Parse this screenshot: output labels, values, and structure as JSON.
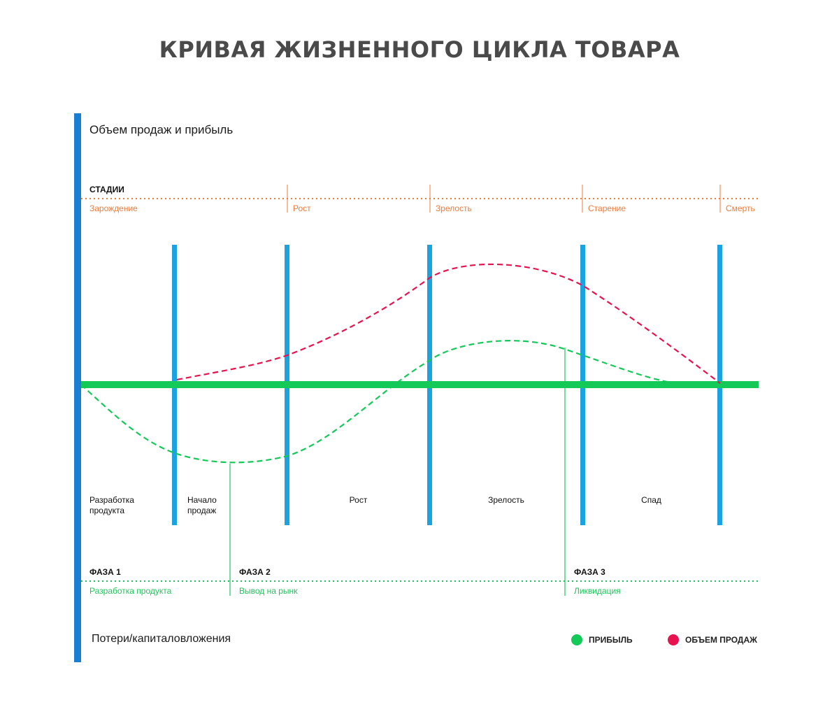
{
  "title": "КРИВАЯ ЖИЗНЕННОГО ЦИКЛА ТОВАРА",
  "axis": {
    "top_label": "Объем продаж и прибыль",
    "bottom_label": "Потери/капиталовложения"
  },
  "stages": {
    "header": "СТАДИИ",
    "items": [
      "Зарождение",
      "Рост",
      "Зрелость",
      "Старение",
      "Смерть"
    ]
  },
  "periods": [
    {
      "line1": "Разработка",
      "line2": "продукта"
    },
    {
      "line1": "Начало",
      "line2": "продаж"
    },
    {
      "line1": "Рост",
      "line2": ""
    },
    {
      "line1": "Зрелость",
      "line2": ""
    },
    {
      "line1": "Спад",
      "line2": ""
    }
  ],
  "phases": [
    {
      "header": "ФАЗА 1",
      "name": "Разработка продукта"
    },
    {
      "header": "ФАЗА 2",
      "name": "Вывод на рынк"
    },
    {
      "header": "ФАЗА 3",
      "name": "Ликвидация"
    }
  ],
  "legend": {
    "profit": {
      "label": "ПРИБЫЛЬ",
      "color": "#13c957"
    },
    "sales": {
      "label": "ОБЪЕМ ПРОДАЖ",
      "color": "#e8124f"
    }
  },
  "colors": {
    "axis_blue": "#1aa3e0",
    "axis_dark_blue": "#1a6fc0",
    "zero_line": "#13c957",
    "stage_orange": "#f07a3a",
    "phase_green": "#1ec45a"
  }
}
